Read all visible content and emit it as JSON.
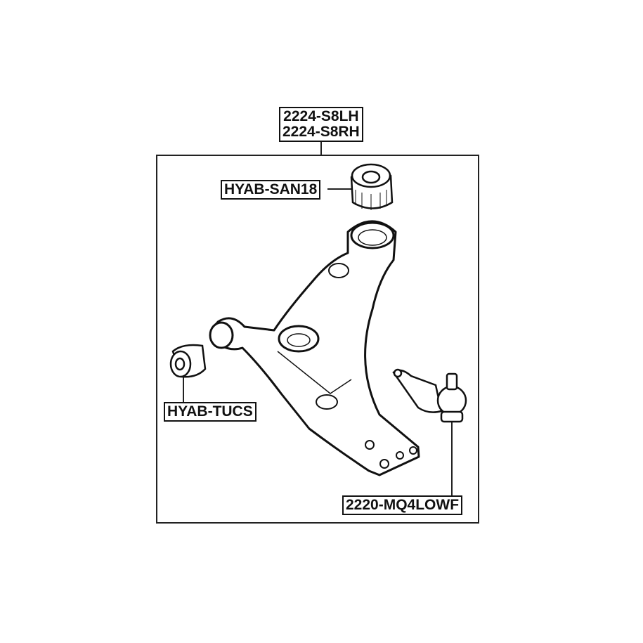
{
  "assembly": {
    "part_numbers": [
      "2224-S8LH",
      "2224-S8RH"
    ]
  },
  "callouts": {
    "upper_bushing": "HYAB-SAN18",
    "front_bushing": "HYAB-TUCS",
    "ball_joint": "2220-MQ4LOWF"
  }
}
